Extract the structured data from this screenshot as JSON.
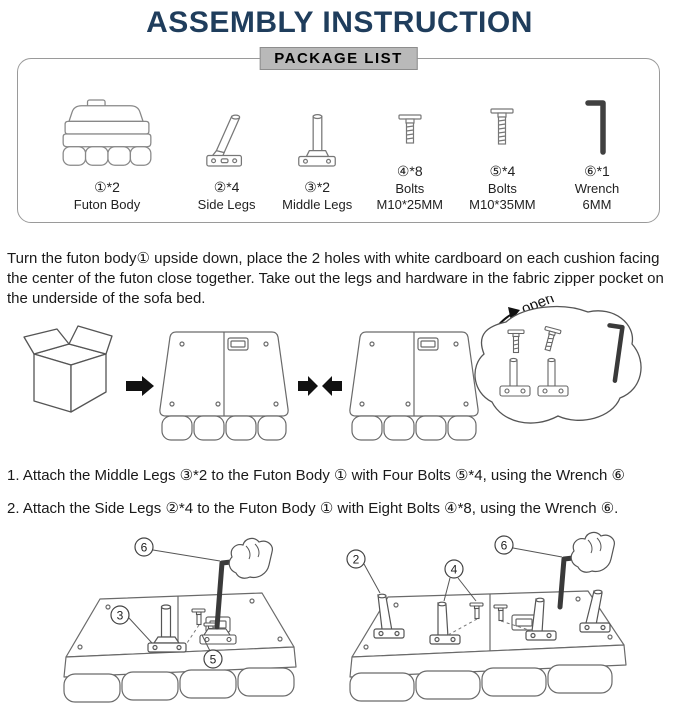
{
  "title": "ASSEMBLY INSTRUCTION",
  "package_list": {
    "header": "PACKAGE LIST",
    "items": [
      {
        "num": "①*2",
        "label": "Futon Body",
        "sublabel": ""
      },
      {
        "num": "②*4",
        "label": "Side Legs",
        "sublabel": ""
      },
      {
        "num": "③*2",
        "label": "Middle Legs",
        "sublabel": ""
      },
      {
        "num": "④*8",
        "label": "Bolts",
        "sublabel": "M10*25MM"
      },
      {
        "num": "⑤*4",
        "label": "Bolts",
        "sublabel": "M10*35MM"
      },
      {
        "num": "⑥*1",
        "label": "Wrench",
        "sublabel": "6MM"
      }
    ]
  },
  "intro_text": "Turn the futon body① upside down, place the 2 holes with white cardboard on each cushion facing the center of the futon close together. Take out the legs and hardware in the fabric zipper pocket on the underside of the sofa bed.",
  "unpack_diagram": {
    "open_label": "open"
  },
  "steps": [
    {
      "text": "1. Attach the Middle Legs ③*2 to the Futon Body ① with Four Bolts ⑤*4, using the Wrench ⑥"
    },
    {
      "text": "2. Attach the Side Legs ②*4 to the Futon Body ① with Eight Bolts ④*8, using the Wrench ⑥."
    }
  ],
  "step1_diagram": {
    "callouts": {
      "wrench": "6",
      "leg": "3",
      "bolt": "5"
    }
  },
  "step2_diagram": {
    "callouts": {
      "leg": "2",
      "bolt": "4",
      "wrench": "6"
    }
  },
  "colors": {
    "title": "#1f3d5c",
    "package_header_bg": "#b9b9b9"
  }
}
